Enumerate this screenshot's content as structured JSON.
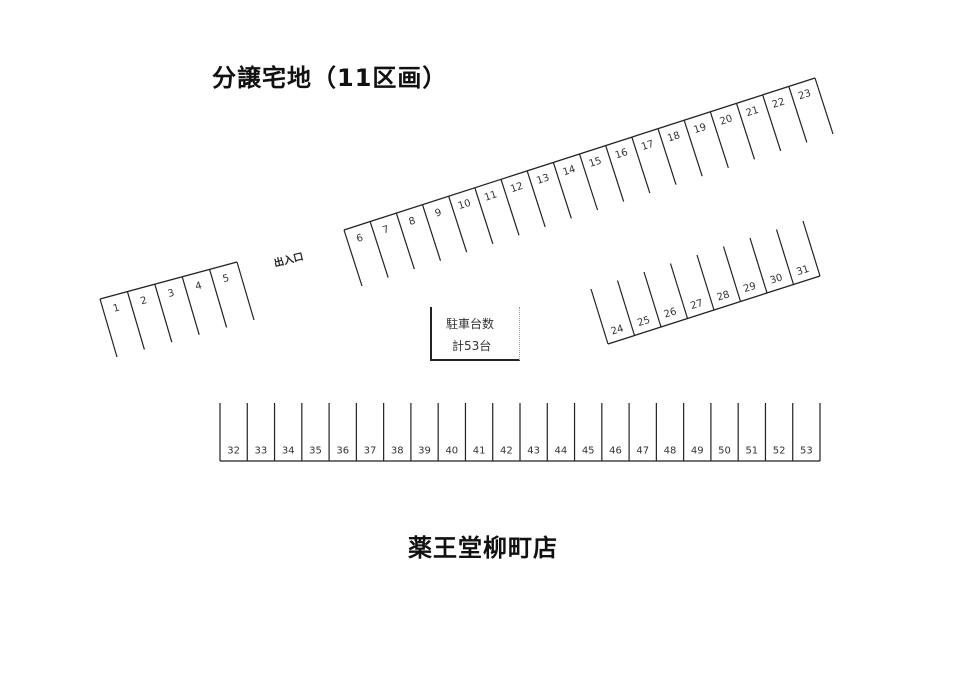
{
  "titles": {
    "residential": "分譲宅地（11区画）",
    "store": "薬王堂柳町店"
  },
  "entrance_label": "出入口",
  "parking_count": {
    "label": "駐車台数",
    "total": "計53台"
  },
  "colors": {
    "line": "#222222",
    "text": "#333333",
    "background": "#ffffff"
  },
  "rows": [
    {
      "id": "row-a",
      "spaces": [
        1,
        2,
        3,
        4,
        5
      ],
      "orientation": "top-edge",
      "start": [
        100,
        299
      ],
      "end": [
        237,
        262
      ],
      "depth": [
        17,
        58
      ]
    },
    {
      "id": "row-b",
      "spaces": [
        6,
        7,
        8,
        9,
        10,
        11,
        12,
        13,
        14,
        15,
        16,
        17,
        18,
        19,
        20,
        21,
        22,
        23
      ],
      "orientation": "top-edge",
      "start": [
        344,
        230
      ],
      "end": [
        815,
        78
      ],
      "depth": [
        18,
        56
      ]
    },
    {
      "id": "row-c",
      "spaces": [
        24,
        25,
        26,
        27,
        28,
        29,
        30,
        31
      ],
      "orientation": "bottom-edge",
      "start": [
        608,
        344
      ],
      "end": [
        820,
        276
      ],
      "depth": [
        -17,
        -55
      ]
    },
    {
      "id": "row-d",
      "spaces": [
        32,
        33,
        34,
        35,
        36,
        37,
        38,
        39,
        40,
        41,
        42,
        43,
        44,
        45,
        46,
        47,
        48,
        49,
        50,
        51,
        52,
        53
      ],
      "orientation": "bottom-edge",
      "start": [
        220,
        461
      ],
      "end": [
        820,
        461
      ],
      "depth": [
        0,
        -58
      ]
    }
  ]
}
